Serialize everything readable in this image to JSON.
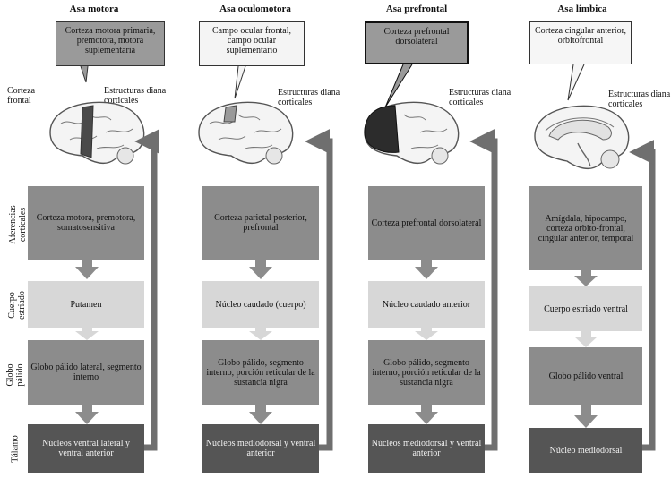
{
  "row_labels": {
    "aferencias": "Aferencias corticales",
    "cuerpo_estriado": "Cuerpo estriado",
    "globo_palido": "Globo pálido",
    "talamo": "Tálamo"
  },
  "loops": [
    {
      "title": "Asa motora",
      "callout": "Corteza motora primaria, premotora, motora suplementaria",
      "left_label": "Corteza frontal",
      "right_label": "Estructuras diana corticales",
      "aferencias": "Corteza motora, premotora, somatosensitiva",
      "estriado": "Putamen",
      "globo": "Globo pálido lateral, segmento interno",
      "talamo": "Núcleos ventral lateral y ventral anterior"
    },
    {
      "title": "Asa oculomotora",
      "callout": "Campo ocular frontal, campo ocular suplementario",
      "left_label": "",
      "right_label": "Estructuras diana corticales",
      "aferencias": "Corteza parietal posterior, prefrontal",
      "estriado": "Núcleo caudado (cuerpo)",
      "globo": "Globo pálido, segmento interno, porción reticular de la sustancia nigra",
      "talamo": "Núcleos mediodorsal y ventral anterior"
    },
    {
      "title": "Asa prefrontal",
      "callout": "Corteza prefrontal dorsolateral",
      "left_label": "",
      "right_label": "Estructuras diana corticales",
      "aferencias": "Corteza prefrontal dorsolateral",
      "estriado": "Núcleo caudado anterior",
      "globo": "Globo pálido, segmento interno, porción reticular de la sustancia nigra",
      "talamo": "Núcleos mediodorsal y ventral anterior"
    },
    {
      "title": "Asa límbica",
      "callout": "Corteza cingular anterior, orbitofrontal",
      "left_label": "",
      "right_label": "Estructuras diana corticales",
      "aferencias": "Amígdala, hipocampo, corteza orbito-frontal, cingular anterior, temporal",
      "estriado": "Cuerpo estriado ventral",
      "globo": "Globo pálido ventral",
      "talamo": "Núcleo mediodorsal"
    }
  ]
}
